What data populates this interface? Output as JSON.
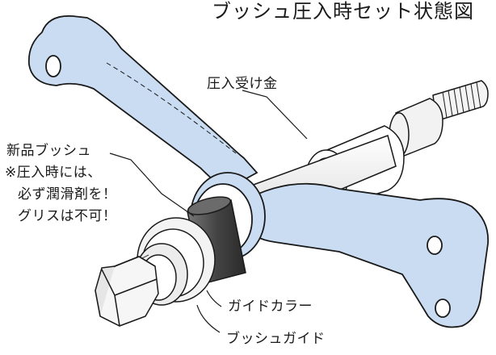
{
  "title": "ブッシュ圧入時セット状態図",
  "labels": {
    "receiver": "圧入受け金",
    "bushing": "新品ブッシュ",
    "note_1": "※圧入時には、",
    "note_2": "必ず潤滑剤を！",
    "note_3": "グリスは不可！",
    "guide_collar": "ガイドカラー",
    "bushing_guide": "ブッシュガイド"
  },
  "colors": {
    "arm_fill": "#c9dcf2",
    "outline": "#1a1a1a",
    "bushing_fill": "#555555",
    "metal": "#f4f4f4"
  }
}
